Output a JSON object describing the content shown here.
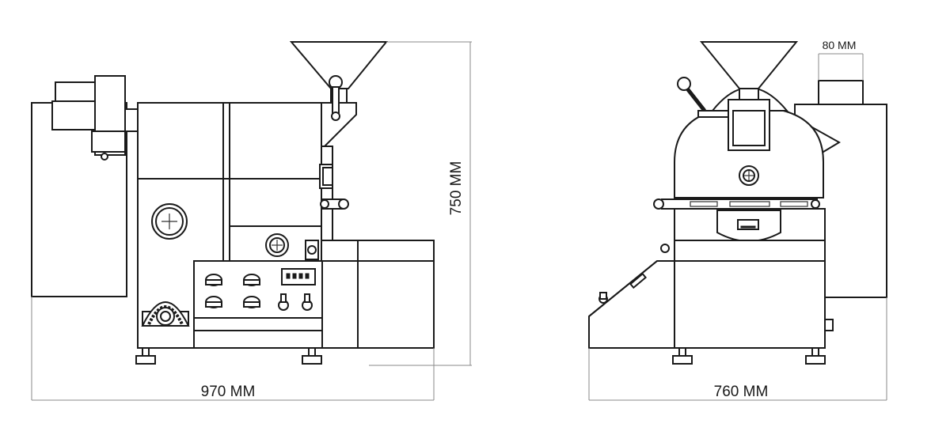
{
  "dimensions": {
    "side_width": "970 MM",
    "side_height": "750 MM",
    "front_width": "760 MM",
    "chimney_width": "80 MM"
  },
  "colors": {
    "line": "#1a1a1a",
    "dimension_line": "#8a8a8a",
    "background": "#ffffff"
  }
}
